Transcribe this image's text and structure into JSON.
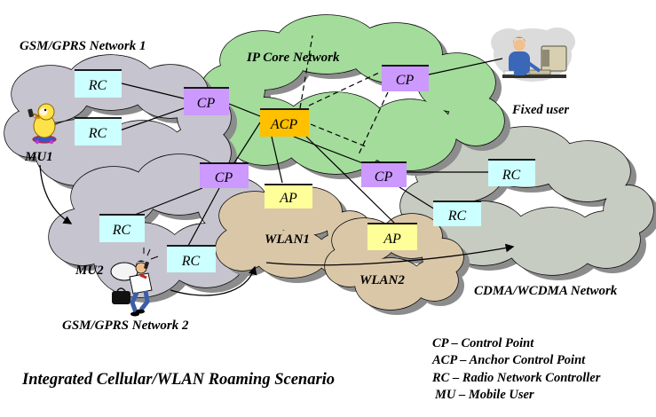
{
  "title": "Integrated Cellular/WLAN Roaming Scenario",
  "clouds": {
    "gsm1": {
      "label": "GSM/GPRS Network 1",
      "color": "#C6C4CE"
    },
    "ipcore": {
      "label": "IP Core Network",
      "color": "#A3DC9B"
    },
    "gsm2": {
      "label": "GSM/GPRS Network 2",
      "color": "#C6C4CE"
    },
    "wlan1": {
      "label": "WLAN1",
      "color": "#D9C7A8"
    },
    "wlan2": {
      "label": "WLAN2",
      "color": "#D9C7A8"
    },
    "cdma": {
      "label": "CDMA/WCDMA Network",
      "color": "#C6CCC2"
    },
    "fixed_user_blob_color": "#DBDBDB"
  },
  "node_types": {
    "cp": {
      "label": "CP",
      "color": "#CC99FF"
    },
    "acp": {
      "label": "ACP",
      "color": "#FFC000"
    },
    "rc": {
      "label": "RC",
      "color": "#CCFFFF"
    },
    "ap": {
      "label": "AP",
      "color": "#FFFF99"
    }
  },
  "users": {
    "mu1": {
      "label": "MU1"
    },
    "mu2": {
      "label": "MU2"
    },
    "fixed": {
      "label": "Fixed user"
    }
  },
  "legend": {
    "cp": "CP – Control Point",
    "acp": "ACP – Anchor Control Point",
    "rc": "RC – Radio Network Controller",
    "mu": "MU – Mobile User"
  }
}
